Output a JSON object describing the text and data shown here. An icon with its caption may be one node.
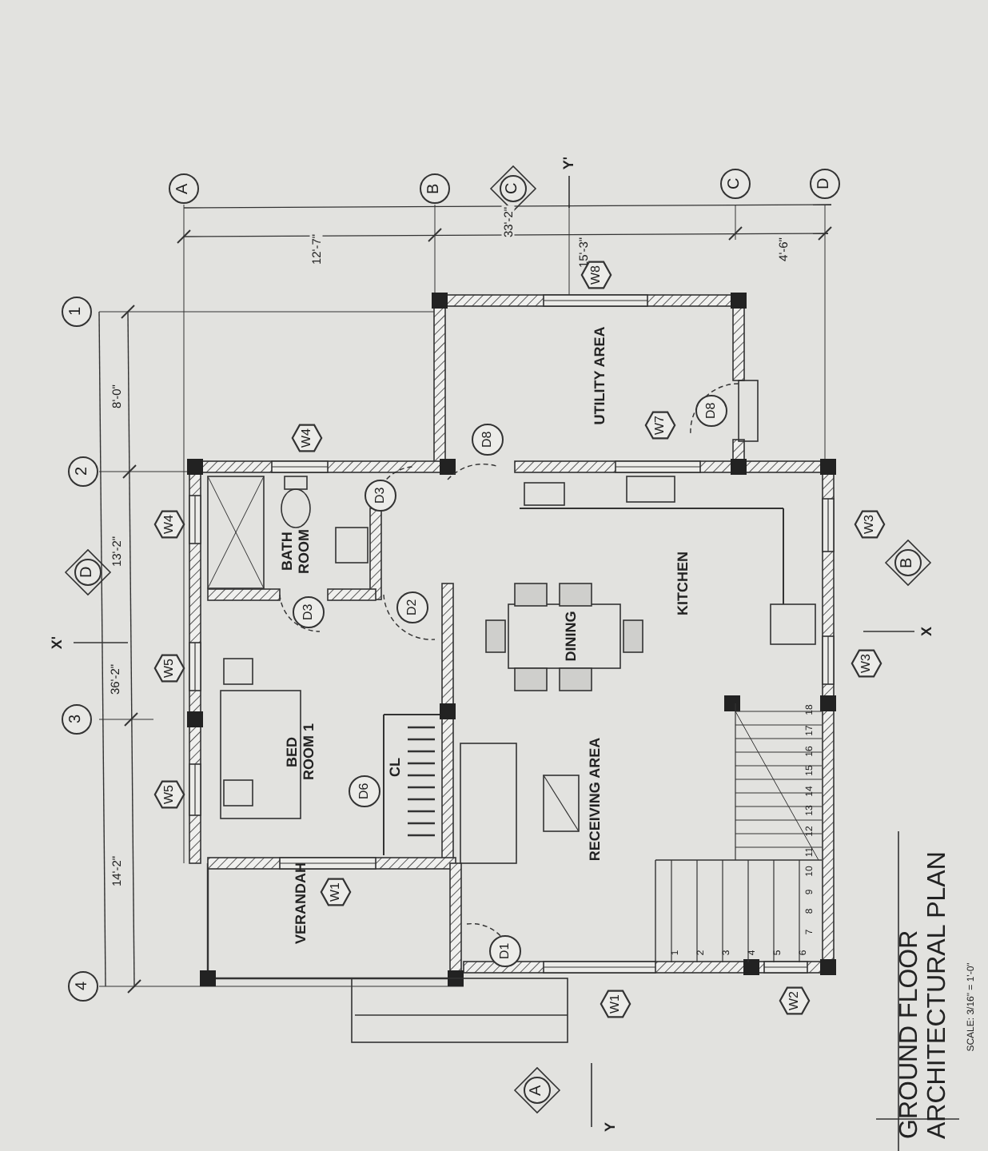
{
  "diagram": {
    "title": "GROUND FLOOR ARCHITECTURAL PLAN",
    "nodes": [
      {
        "text": [
          "UTILITY AREA"
        ]
      },
      {
        "text": [
          "BATH ROOM"
        ]
      },
      {
        "text": [
          "KITCHEN"
        ]
      },
      {
        "text": [
          "DINING"
        ]
      },
      {
        "text": [
          "BED ROOM 1"
        ]
      },
      {
        "text": [
          "CL"
        ]
      },
      {
        "text": [
          "RECEIVING AREA"
        ]
      },
      {
        "text": [
          "VERANDAH"
        ]
      }
    ],
    "labels": [
      "A",
      "B",
      "C",
      "Y'",
      "C",
      "D",
      "33'-2\"",
      "12'-7\"",
      "15'-3\"",
      "4'-6\"",
      "W8",
      "1",
      "8'-0\"",
      "W4",
      "D8",
      "W7",
      "D8",
      "2",
      "W4",
      "D3",
      "W3",
      "D",
      "13'-2\"",
      "B",
      "D3",
      "D2",
      "X'",
      "36'-2\"",
      "X",
      "W5",
      "W3",
      "3",
      "1",
      "2",
      "3",
      "4",
      "5",
      "6",
      "7",
      "8",
      "9",
      "10",
      "11",
      "12",
      "13",
      "14",
      "15",
      "16",
      "17",
      "18",
      "W5",
      "D6",
      "14'-2\"",
      "W1",
      "D1",
      "4",
      "W1",
      "W2",
      "A",
      "Y",
      "SCALE: 3/16\" = 1'-0\""
    ]
  }
}
